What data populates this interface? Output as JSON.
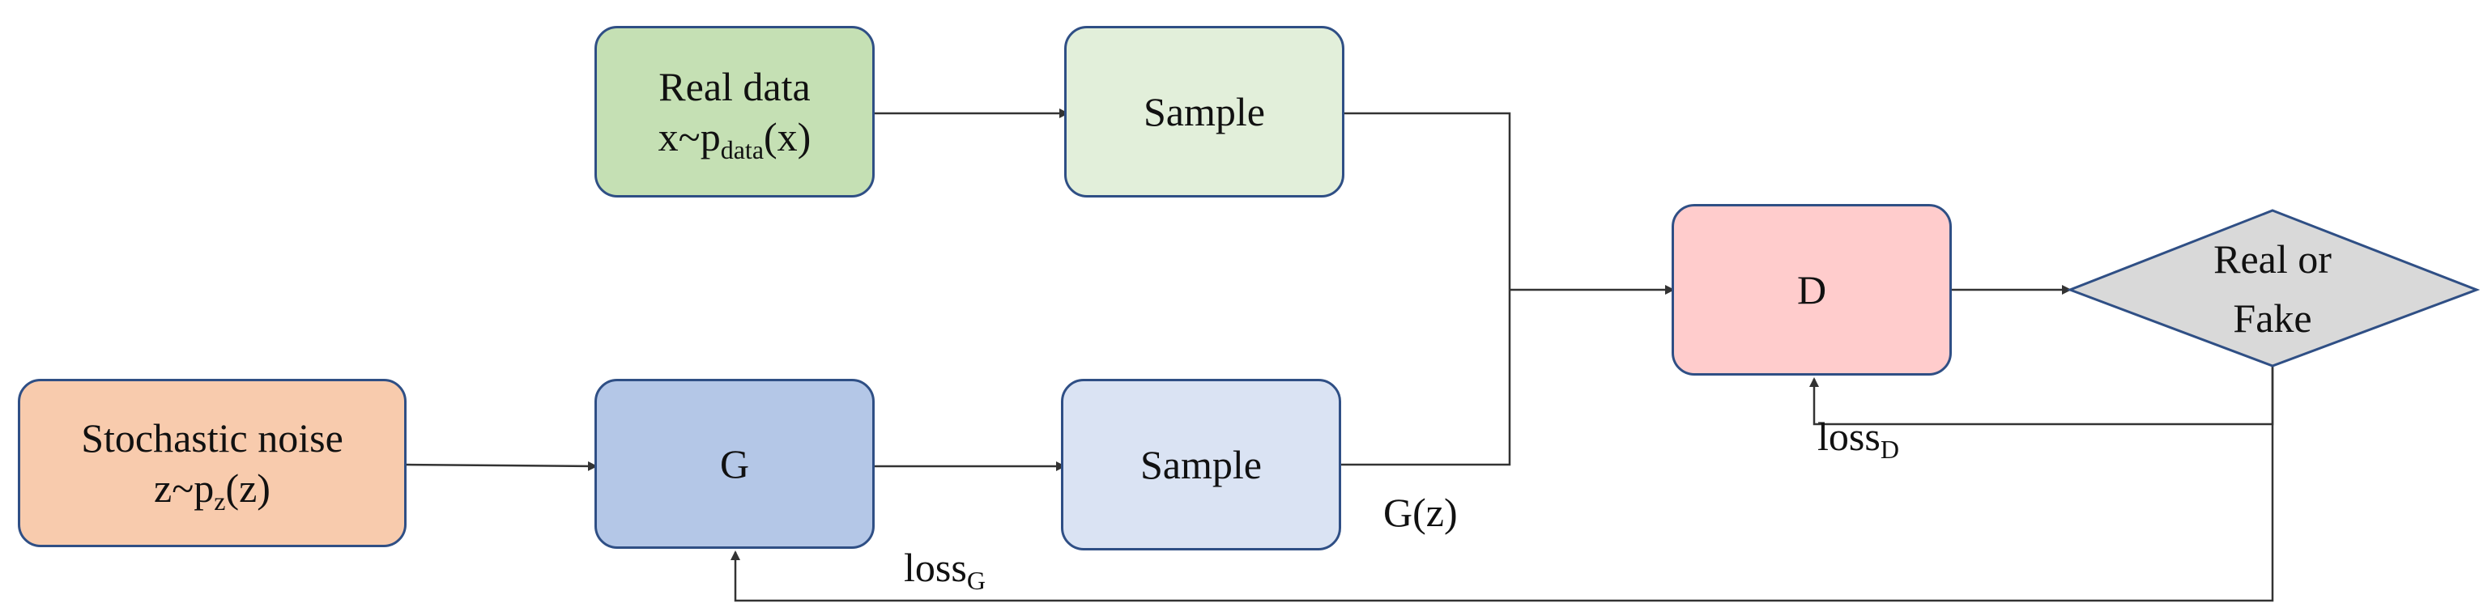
{
  "nodes": {
    "real_data": {
      "line1": "Real data",
      "line2_pre": "x~p",
      "line2_sub": "data",
      "line2_post": "(x)"
    },
    "sample_top": {
      "label": "Sample"
    },
    "stochastic_noise": {
      "line1": "Stochastic noise",
      "line2_pre": "z~p",
      "line2_sub": "z",
      "line2_post": "(z)"
    },
    "generator": {
      "label": "G"
    },
    "sample_bottom": {
      "label": "Sample"
    },
    "discriminator": {
      "label": "D"
    },
    "decision": {
      "line1": "Real or",
      "line2": "Fake"
    }
  },
  "edge_labels": {
    "gz": "G(z)",
    "loss_d": {
      "base": "loss",
      "sub": "D"
    },
    "loss_g": {
      "base": "loss",
      "sub": "G"
    }
  },
  "colors": {
    "real_data_fill": "#c5e0b4",
    "sample_top_fill": "#e2efda",
    "noise_fill": "#f8cbad",
    "generator_fill": "#b4c7e7",
    "sample_bottom_fill": "#dae3f3",
    "discriminator_fill": "#ffcccc",
    "decision_fill": "#d9d9d9",
    "border": "#2f4f85",
    "line": "#333333"
  }
}
